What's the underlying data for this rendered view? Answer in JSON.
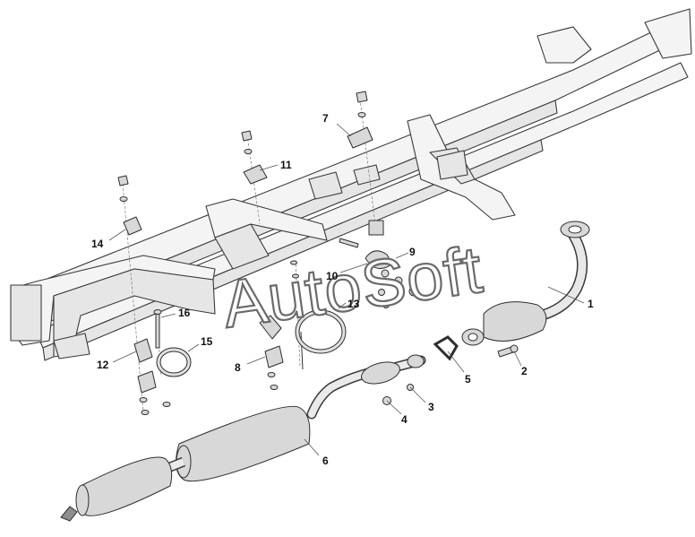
{
  "watermark": "AutoSoft",
  "callouts": [
    {
      "id": "c1",
      "text": "1"
    },
    {
      "id": "c2",
      "text": "2"
    },
    {
      "id": "c3",
      "text": "3"
    },
    {
      "id": "c4",
      "text": "4"
    },
    {
      "id": "c5",
      "text": "5"
    },
    {
      "id": "c6",
      "text": "6"
    },
    {
      "id": "c7",
      "text": "7"
    },
    {
      "id": "c8",
      "text": "8"
    },
    {
      "id": "c9",
      "text": "9"
    },
    {
      "id": "c10",
      "text": "10"
    },
    {
      "id": "c11",
      "text": "11"
    },
    {
      "id": "c12",
      "text": "12"
    },
    {
      "id": "c13",
      "text": "13"
    },
    {
      "id": "c14",
      "text": "14"
    },
    {
      "id": "c15",
      "text": "15"
    },
    {
      "id": "c16",
      "text": "16"
    }
  ]
}
